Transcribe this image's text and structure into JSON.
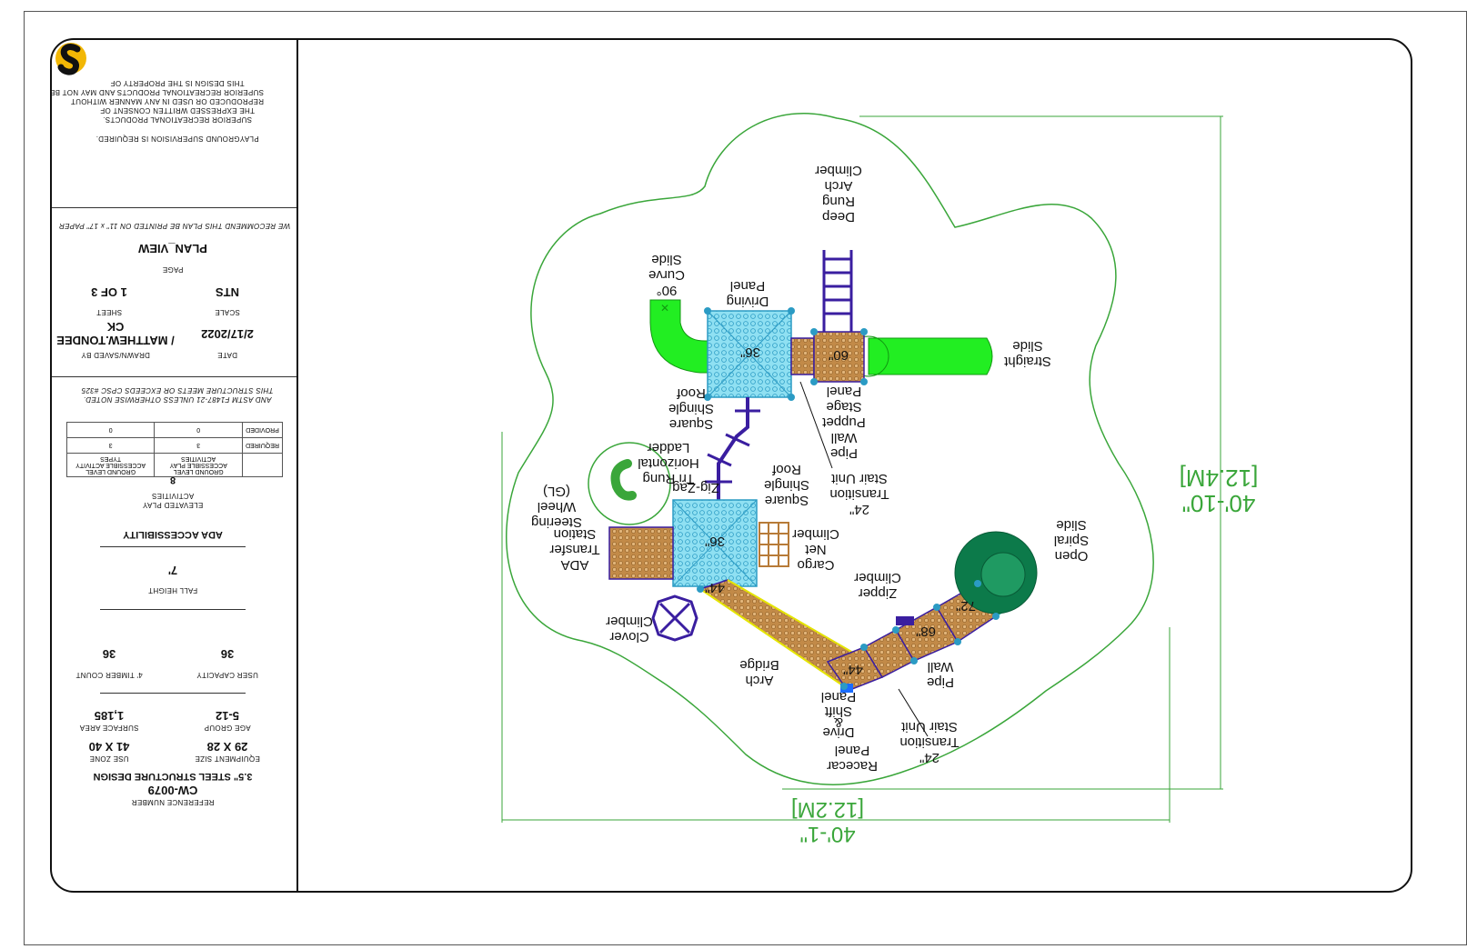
{
  "title_block": {
    "disclaimer": "PLAYGROUND SUPERVISION IS REQUIRED.",
    "property_notice": [
      "THIS DESIGN IS THE PROPERTY OF",
      "SUPERIOR RECREATIONAL PRODUCTS AND MAY NOT BE",
      "REPRODUCED OR USED IN ANY MANNER WITHOUT",
      "THE EXPRESSED WRITTEN CONSENT OF",
      "SUPERIOR RECREATIONAL PRODUCTS."
    ],
    "paper_note": "WE RECOMMEND THIS PLAN BE PRINTED ON 11\" x 17\" PAPER",
    "page_label": "PAGE",
    "page_value": "PLAN_VIEW",
    "scale_label": "SCALE",
    "scale_value": "NTS",
    "sheet_label": "SHEET",
    "sheet_value": "1 OF 3",
    "date_label": "DATE",
    "date_value": "2/17/2022",
    "drawn_label": "DRAWN/SAVED BY",
    "drawn_value_1": "CK",
    "drawn_value_2": "/ MATTHEW.TONDEE",
    "compliance": [
      "THIS STRUCTURE MEETS OR EXCEEDS CPSC #325",
      "AND ASTM F1487-21 UNLESS OTHERWISE NOTED."
    ],
    "ada_table": {
      "headers": [
        "",
        "GROUND LEVEL ACCESSIBLE PLAY ACTIVITIES",
        "GROUND LEVEL ACCESSIBLE ACTIVITY TYPES"
      ],
      "rows": [
        [
          "REQUIRED",
          "3",
          "3"
        ],
        [
          "PROVIDED",
          "0",
          "0"
        ]
      ]
    },
    "elevated_label": "ELEVATED PLAY ACTIVITIES",
    "elevated_value": "8",
    "ada_heading": "ADA ACCESSIBILITY",
    "fall_height_label": "FALL HEIGHT",
    "fall_height_value": "7'",
    "user_capacity_label": "USER CAPACITY",
    "user_capacity_value": "36",
    "timber_label": "4' TIMBER COUNT",
    "timber_value": "36",
    "age_group_label": "AGE GROUP",
    "age_group_value": "5-12",
    "surface_area_label": "SURFACE AREA",
    "surface_area_value": "1,185",
    "equipment_size_label": "EQUIPMENT SIZE",
    "equipment_size_value": "29 X 28",
    "use_zone_label": "USE ZONE",
    "use_zone_value": "41 X 40",
    "design_type": "3.5\" STEEL STRUCTURE DESIGN",
    "reference_value": "CW-0079",
    "reference_label": "REFERENCE NUMBER"
  },
  "dimensions": {
    "width_ft": "40'-1\"",
    "width_m": "[12.2M]",
    "height_ft": "40'-10\"",
    "height_m": "[12.4M]"
  },
  "components": {
    "deep_rung_arch_climber": [
      "Deep",
      "Rung",
      "Arch",
      "Climber"
    ],
    "curve_slide": [
      "90°",
      "Curve",
      "Slide"
    ],
    "driving_panel": [
      "Driving",
      "Panel"
    ],
    "straight_slide": [
      "Straight",
      "Slide"
    ],
    "roof_top": [
      "Square",
      "Shingle",
      "Roof"
    ],
    "puppet_stage": [
      "Pipe",
      "Wall",
      "Puppet",
      "Stage",
      "Panel"
    ],
    "transition_top": [
      "24\"",
      "Transition",
      "Stair Unit"
    ],
    "tri_rung_ladder": [
      "Tri Rung",
      "Horizontal",
      "Ladder"
    ],
    "zig_zag": "Zig-Zag",
    "roof_mid": [
      "Square",
      "Shingle",
      "Roof"
    ],
    "steering_wheel": [
      "Steering",
      "Wheel",
      "(GL)"
    ],
    "ada_transfer": [
      "ADA",
      "Transfer",
      "Station"
    ],
    "cargo_net": [
      "Cargo",
      "Net",
      "Climber"
    ],
    "open_spiral": [
      "Open",
      "Spiral",
      "Slide"
    ],
    "zipper_climber": [
      "Zipper",
      "Climber"
    ],
    "clover_climber": [
      "Clover",
      "Climber"
    ],
    "arch_bridge": [
      "Arch",
      "Bridge"
    ],
    "pipe_wall": [
      "Pipe",
      "Wall"
    ],
    "drive_shift": [
      "Drive",
      "&",
      "Shift",
      "Panel"
    ],
    "transition_bottom": [
      "24\"",
      "Transition",
      "Stair Unit"
    ],
    "racecar_panel": [
      "Racecar",
      "Panel"
    ]
  },
  "deck_heights": {
    "d60": "60\"",
    "d36a": "36\"",
    "d36b": "36\"",
    "d44a": "44\"",
    "d44b": "44\"",
    "d68": "68\"",
    "d72": "72\""
  },
  "colors": {
    "use_zone": "#3aa63a",
    "slide": "#22ee22",
    "deck_blue": "#7fd6ee",
    "deck_brown": "#b77b38",
    "post_purple": "#3a1ea0",
    "spiral": "#0c7a4a"
  }
}
